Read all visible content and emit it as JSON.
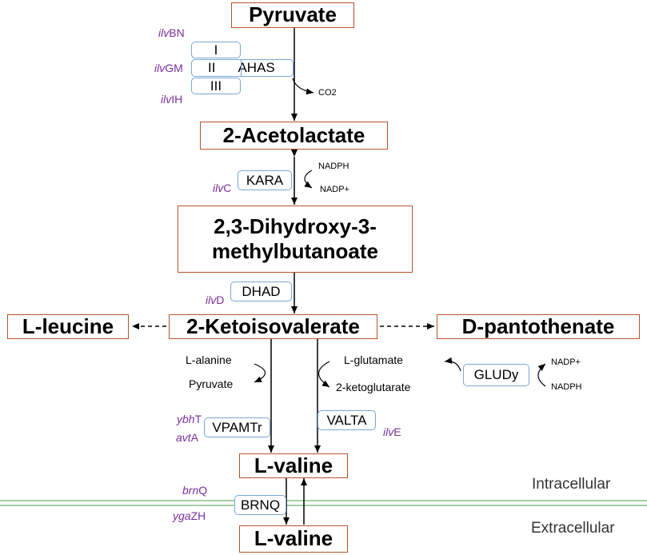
{
  "metabolites": {
    "pyruvate": "Pyruvate",
    "acetolactate": "2-Acetolactate",
    "dihydroxy_line1": "2,3-Dihydroxy-3-",
    "dihydroxy_line2": "methylbutanoate",
    "ketoisovalerate": "2-Ketoisovalerate",
    "leucine": "L-leucine",
    "pantothenate": "D-pantothenate",
    "valine_in": "L-valine",
    "valine_out": "L-valine"
  },
  "enzymes": {
    "ahas_sub1": "I",
    "ahas_sub2": "II",
    "ahas_sub3": "III",
    "ahas": "AHAS",
    "kara": "KARA",
    "dhad": "DHAD",
    "gludy": "GLUDy",
    "vpamtr": "VPAMTr",
    "valta": "VALTA",
    "brnq": "BRNQ"
  },
  "genes": {
    "ilvBN": {
      "italic": "ilv",
      "rest": "BN"
    },
    "ilvGM": {
      "italic": "ilv",
      "rest": "GM"
    },
    "ilvIH": {
      "italic": "ilv",
      "rest": "IH"
    },
    "ilvC": {
      "italic": "ilv",
      "rest": "C"
    },
    "ilvD": {
      "italic": "ilv",
      "rest": "D"
    },
    "ybhT": {
      "italic": "ybh",
      "rest": "T"
    },
    "avtA": {
      "italic": "avt",
      "rest": "A"
    },
    "ilvE": {
      "italic": "ilv",
      "rest": "E"
    },
    "brnQ": {
      "italic": "brn",
      "rest": "Q"
    },
    "ygaZH": {
      "italic": "yga",
      "rest": "ZH"
    }
  },
  "cofactors": {
    "co2": "CO2",
    "nadph_kara": "NADPH",
    "nadp_kara": "NADP+",
    "nadp_gludy": "NADP+",
    "nadph_gludy": "NADPH",
    "l_alanine": "L-alanine",
    "pyruvate_small": "Pyruvate",
    "l_glutamate": "L-glutamate",
    "ketoglutarate": "2-ketoglutarate"
  },
  "regions": {
    "intracellular": "Intracellular",
    "extracellular": "Extracellular"
  },
  "colors": {
    "metabolite_border": "#b5552a",
    "enzyme_border": "#7aa6d8",
    "gene_text": "#7b2f9e",
    "membrane": "#6db36d"
  }
}
